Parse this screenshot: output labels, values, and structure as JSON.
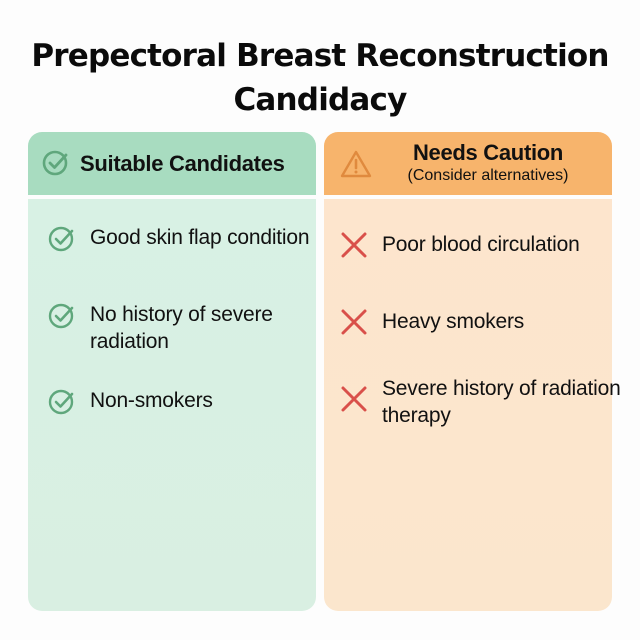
{
  "title": {
    "line1": "Prepectoral Breast Reconstruction",
    "line2": "Candidacy"
  },
  "panels": {
    "suitable": {
      "icon": "check-circle-icon",
      "title": "Suitable Candidates",
      "header_color": "#a8dcc0",
      "body_color": "#d8f1e4",
      "icon_color": "#5fa77c",
      "items": [
        {
          "icon": "check-circle-icon",
          "text": "Good skin flap condition"
        },
        {
          "icon": "check-circle-icon",
          "text": "No history of severe radiation"
        },
        {
          "icon": "check-circle-icon",
          "text": "Non-smokers"
        }
      ]
    },
    "caution": {
      "icon": "warning-triangle-icon",
      "title": "Needs Caution",
      "subtitle": "(Consider alternatives)",
      "header_color": "#f7b46c",
      "body_color": "#fde5cd",
      "icon_color": "#d9504a",
      "items": [
        {
          "icon": "x-mark-icon",
          "text": "Poor blood circulation"
        },
        {
          "icon": "x-mark-icon",
          "text": "Heavy smokers"
        },
        {
          "icon": "x-mark-icon",
          "text": "Severe history of radiation therapy"
        }
      ]
    }
  }
}
